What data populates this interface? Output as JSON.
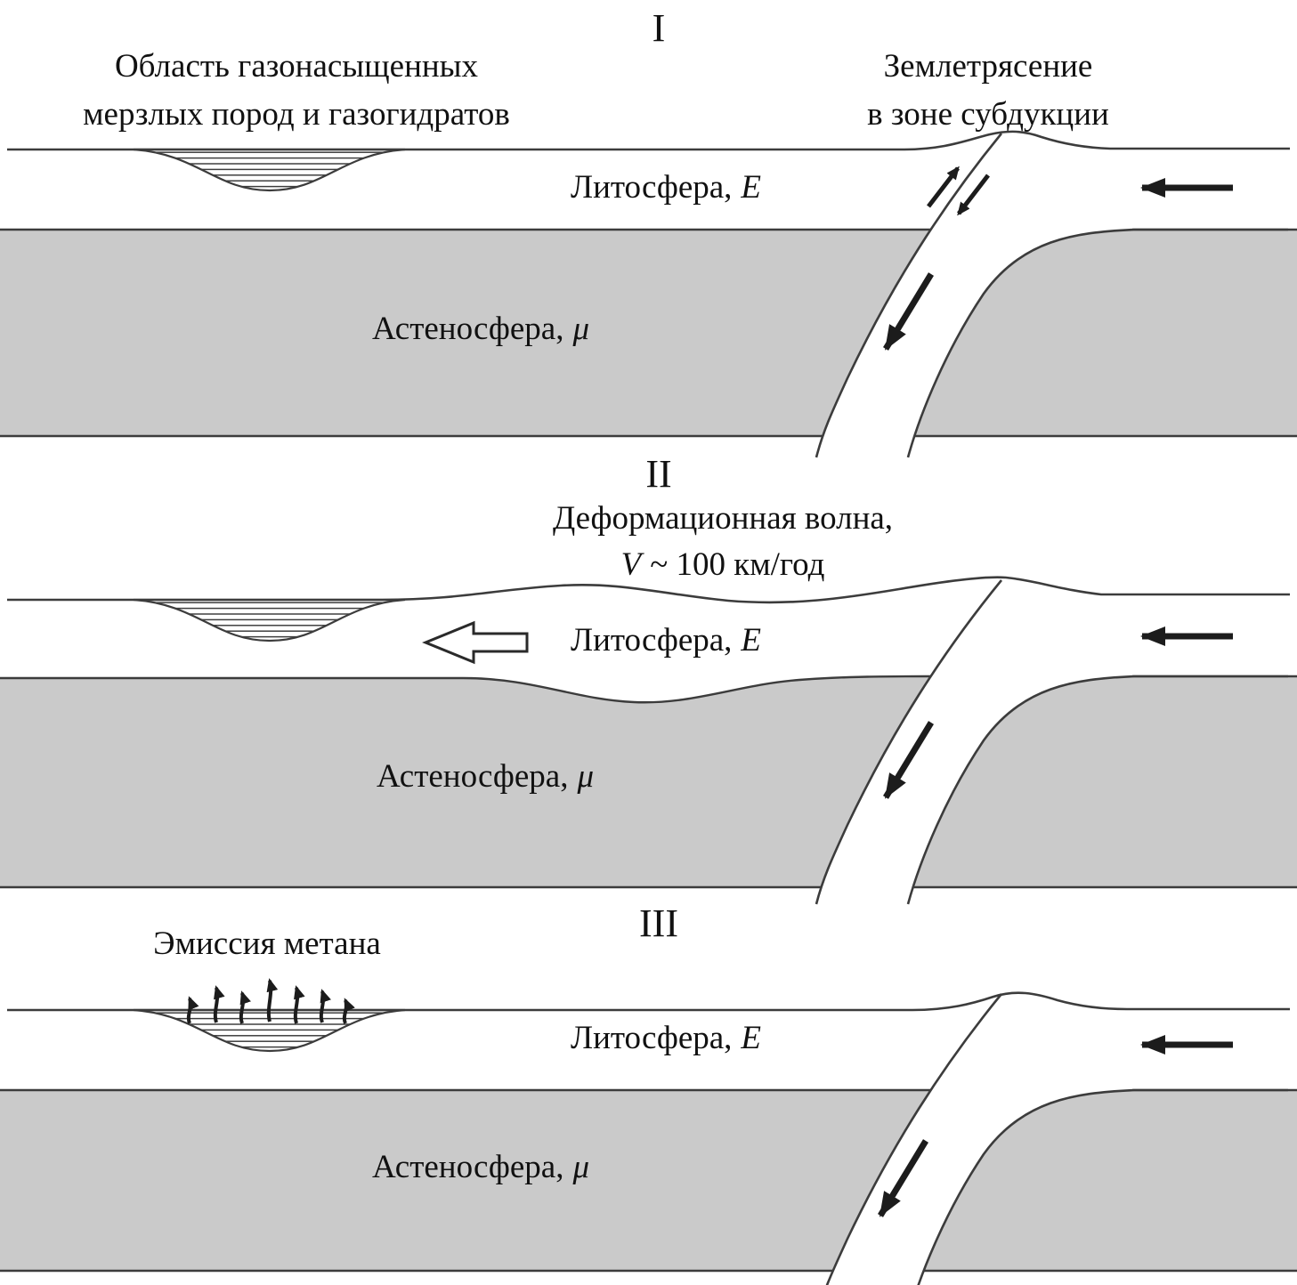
{
  "colors": {
    "asthenosphere": "#cacaca",
    "outline": "#3c3c3c",
    "arrow": "#1c1c1c",
    "text": "#111111"
  },
  "shared": {
    "lithosphere_prefix": "Литосфера,",
    "lithosphere_symbol": "E",
    "asthenosphere_prefix": "Астеносфера,",
    "asthenosphere_symbol": "μ"
  },
  "panel1": {
    "numeral": "I",
    "gas_region_line1": "Область газонасыщенных",
    "gas_region_line2": "мерзлых пород и газогидратов",
    "earthquake_line1": "Землетрясение",
    "earthquake_line2": "в зоне субдукции"
  },
  "panel2": {
    "numeral": "II",
    "wave_line1": "Деформационная волна,",
    "wave_symbol": "V",
    "wave_rest": "~ 100 км/год"
  },
  "panel3": {
    "numeral": "III",
    "methane_label": "Эмиссия метана"
  },
  "icons": {
    "plate_motion_arrow": "left-arrow",
    "slab_descent_arrow": "down-left-arrow",
    "deformation_wave_arrow": "hollow-left-arrow",
    "methane_arrow": "up-arrow",
    "earthquake_shear": "double-half-arrows"
  }
}
